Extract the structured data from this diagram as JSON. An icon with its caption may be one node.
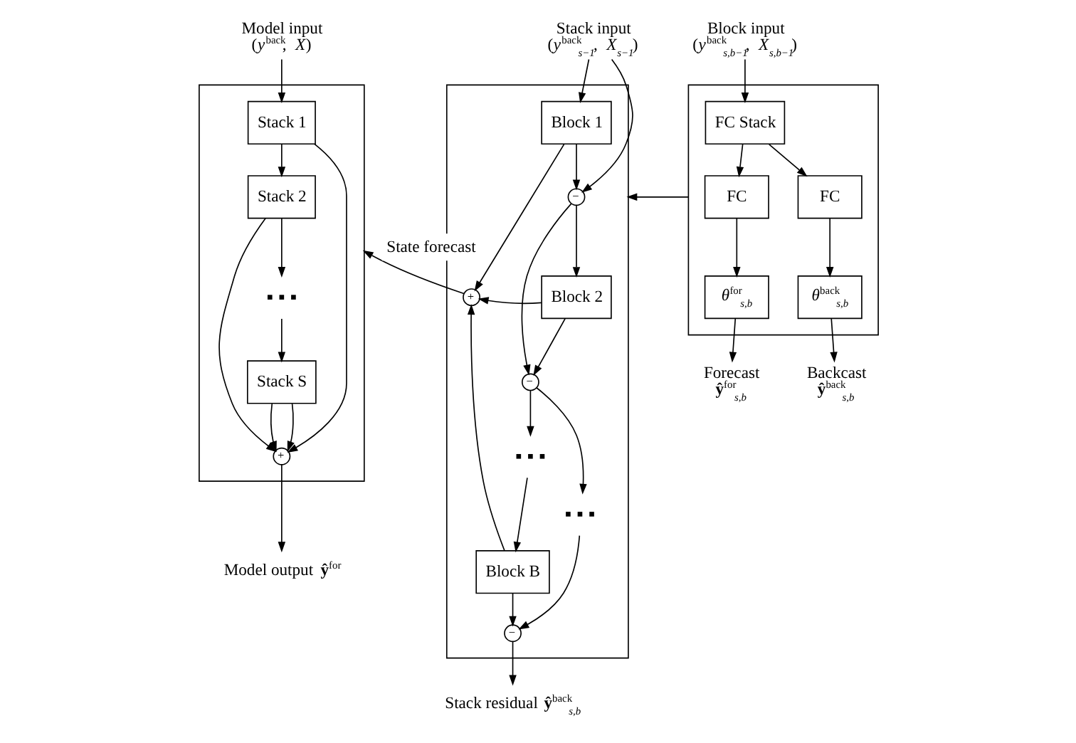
{
  "diagram": {
    "nodes": [
      {
        "text": [
          "Model input",
          "(*y*$^{back}$, *X*)"
        ]
      },
      {
        "text": [],
        "shape": "box"
      },
      {
        "text": [
          "Stack 1"
        ],
        "in": 1
      },
      {
        "text": [
          "Stack 2"
        ],
        "in": 1
      },
      {
        "text": [],
        "shape": "dots",
        "in": 1
      },
      {
        "text": [
          "Stack S"
        ],
        "in": 1
      },
      {
        "text": [
          "+"
        ],
        "in": 1
      },
      {
        "text": [
          "Model output **ŷ**$^{for}$"
        ]
      },
      {
        "text": [
          "Stack input",
          "(*y*$^{back}$$_{s−1}$, *X*$_{s−1}$)"
        ]
      },
      {
        "text": [],
        "shape": "box"
      },
      {
        "text": [
          "Block 1"
        ],
        "in": 9
      },
      {
        "text": [
          "−"
        ],
        "in": 9
      },
      {
        "text": [
          "Block 2"
        ],
        "in": 9
      },
      {
        "text": [
          "+"
        ],
        "in": 9
      },
      {
        "text": [
          "−"
        ],
        "in": 9
      },
      {
        "text": [],
        "shape": "dots",
        "in": 9
      },
      {
        "text": [],
        "shape": "dots",
        "in": 9
      },
      {
        "text": [
          "Block B"
        ],
        "in": 9
      },
      {
        "text": [
          "−"
        ],
        "in": 9
      },
      {
        "text": [
          "Stack residual **ŷ**$^{back}$$_{s,b}$"
        ]
      },
      {
        "text": [
          "Block input",
          "(*y*$^{back}$$_{s,b−1}$, *X*$_{s,b−1}$)"
        ]
      },
      {
        "text": [],
        "shape": "box"
      },
      {
        "text": [
          "FC Stack"
        ],
        "in": 21
      },
      {
        "text": [
          "FC"
        ],
        "in": 21
      },
      {
        "text": [
          "FC"
        ],
        "in": 21
      },
      {
        "text": [
          "*θ*$^{for}$$_{s,b}$"
        ],
        "in": 21
      },
      {
        "text": [
          "*θ*$^{back}$$_{s,b}$"
        ],
        "in": 21
      },
      {
        "text": [
          "Forecast",
          "**ŷ**$^{for}$$_{s,b}$"
        ]
      },
      {
        "text": [
          "Backcast",
          "**ŷ**$^{back}$$_{s,b}$"
        ]
      }
    ],
    "edges": [
      {
        "from": 0,
        "to": 2,
        "arrow": "to"
      },
      {
        "from": 2,
        "to": 3,
        "arrow": "to"
      },
      {
        "from": 3,
        "to": 4,
        "arrow": "to"
      },
      {
        "from": 4,
        "to": 5,
        "arrow": "to"
      },
      {
        "from": 5,
        "to": 6,
        "arrow": "to"
      },
      {
        "from": 2,
        "to": 6,
        "arrow": "to"
      },
      {
        "from": 3,
        "to": 6,
        "arrow": "to"
      },
      {
        "from": 5,
        "to": 6,
        "arrow": "to"
      },
      {
        "from": 6,
        "to": 7,
        "arrow": "to"
      },
      {
        "from": 8,
        "to": 10,
        "arrow": "to"
      },
      {
        "from": 8,
        "to": 11,
        "arrow": "to"
      },
      {
        "from": 10,
        "to": 11,
        "arrow": "to"
      },
      {
        "from": 10,
        "to": 13,
        "arrow": "to"
      },
      {
        "from": 11,
        "to": 12,
        "arrow": "to"
      },
      {
        "from": 11,
        "to": 14,
        "arrow": "to"
      },
      {
        "from": 12,
        "to": 14,
        "arrow": "to"
      },
      {
        "from": 12,
        "to": 13,
        "arrow": "to"
      },
      {
        "from": 14,
        "to": 15,
        "arrow": "to"
      },
      {
        "from": 14,
        "to": 16,
        "arrow": "to"
      },
      {
        "from": 15,
        "to": 17,
        "arrow": "to"
      },
      {
        "from": 16,
        "to": 18,
        "arrow": "to"
      },
      {
        "from": 17,
        "to": 18,
        "arrow": "to"
      },
      {
        "from": 17,
        "to": 13,
        "arrow": "to"
      },
      {
        "from": 18,
        "to": 19,
        "arrow": "to"
      },
      {
        "from": 13,
        "to": 1,
        "arrow": "to",
        "label": "State forecast"
      },
      {
        "from": 21,
        "to": 9,
        "arrow": "to"
      },
      {
        "from": 20,
        "to": 22,
        "arrow": "to"
      },
      {
        "from": 22,
        "to": 23,
        "arrow": "to"
      },
      {
        "from": 22,
        "to": 24,
        "arrow": "to"
      },
      {
        "from": 23,
        "to": 25,
        "arrow": "to"
      },
      {
        "from": 24,
        "to": 26,
        "arrow": "to"
      },
      {
        "from": 25,
        "to": 27,
        "arrow": "to"
      },
      {
        "from": 26,
        "to": 28,
        "arrow": "to"
      }
    ]
  }
}
